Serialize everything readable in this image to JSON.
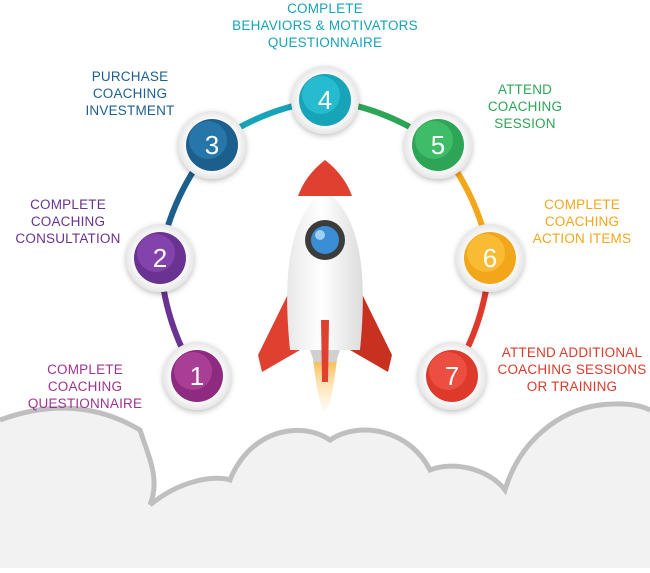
{
  "steps": [
    {
      "number": "1",
      "label": "COMPLETE\nCOACHING\nQUESTIONNAIRE",
      "color": "#8e2a7f",
      "color_light": "#b2469f"
    },
    {
      "number": "2",
      "label": "COMPLETE\nCOACHING\nCONSULTATION",
      "color": "#6a3291",
      "color_light": "#8b4bb5"
    },
    {
      "number": "3",
      "label": "PURCHASE\nCOACHING\nINVESTMENT",
      "color": "#1d5f8c",
      "color_light": "#2b7db3"
    },
    {
      "number": "4",
      "label": "COMPLETE\nBEHAVIORS & MOTIVATORS\nQUESTIONNAIRE",
      "color": "#17a3b8",
      "color_light": "#2cc3d6"
    },
    {
      "number": "5",
      "label": "ATTEND\nCOACHING\nSESSION",
      "color": "#2ea556",
      "color_light": "#45c46e"
    },
    {
      "number": "6",
      "label": "COMPLETE\nCOACHING\nACTION ITEMS",
      "color": "#f2a71b",
      "color_light": "#fbc23d"
    },
    {
      "number": "7",
      "label": "ATTEND ADDITIONAL\nCOACHING SESSIONS\nOR TRAINING",
      "color": "#dd3a2b",
      "color_light": "#f0574a"
    }
  ],
  "label_colors": [
    "#a0338f",
    "#6a3291",
    "#1d5f8c",
    "#17a3b8",
    "#2ea556",
    "#f2a71b",
    "#dd3a2b"
  ],
  "rocket": {
    "body_color": "#ffffff",
    "fin_color": "#e0402f",
    "window_color": "#3a8fd4",
    "flame_color": "#f6a623"
  },
  "cloud_color": "#f2f2f2",
  "cloud_outline_color": "#bfbfbf"
}
